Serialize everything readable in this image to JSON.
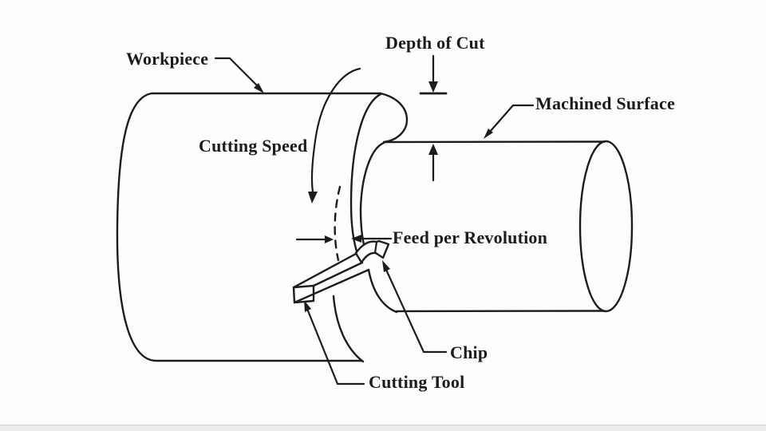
{
  "diagram": {
    "labels": {
      "workpiece": "Workpiece",
      "depth_of_cut": "Depth of Cut",
      "cutting_speed": "Cutting Speed",
      "machined_surface": "Machined Surface",
      "feed_per_revolution": "Feed per Revolution",
      "chip": "Chip",
      "cutting_tool": "Cutting Tool"
    },
    "colors": {
      "ink": "#1c1c1c",
      "background": "#fdfdfc",
      "footer_bar": "#ececec"
    }
  }
}
